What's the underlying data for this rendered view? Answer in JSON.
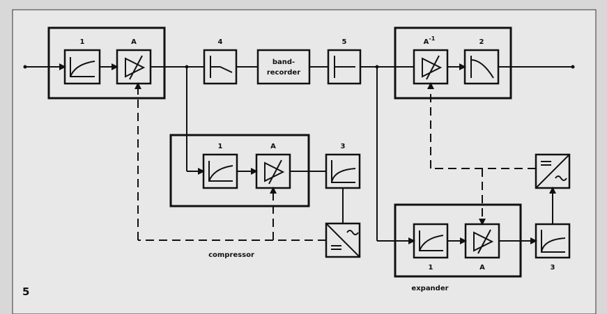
{
  "figure": {
    "number": "5",
    "captions": {
      "compressor": "compressor",
      "expander": "expander",
      "band_recorder_line1": "band-",
      "band_recorder_line2": "recorder"
    },
    "block_labels": {
      "main_lowpass": "1",
      "main_vca": "A",
      "pre_filter": "4",
      "post_filter": "5",
      "inv_vca": "A",
      "inv_vca_sup": "-1",
      "deemph": "2",
      "comp_lowpass": "1",
      "comp_vca": "A",
      "comp_filter": "3",
      "exp_lowpass": "1",
      "exp_vca": "A",
      "exp_filter": "3"
    }
  },
  "colors": {
    "background": "#d8d8d8",
    "panel": "#e8e8e8",
    "ink": "#111111"
  }
}
